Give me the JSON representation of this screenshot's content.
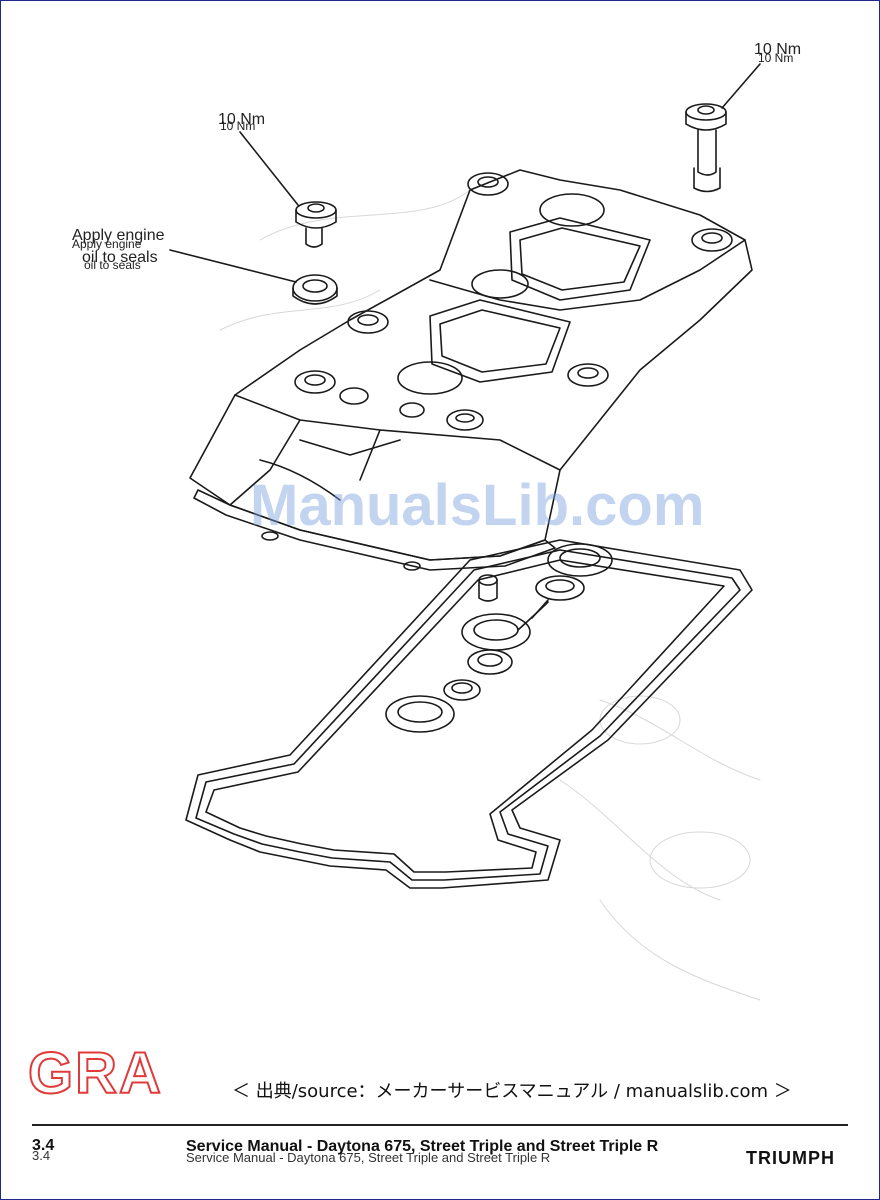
{
  "callouts": {
    "torque_top_right": "10 Nm",
    "torque_top_right_ghost": "10 Nm",
    "torque_left": "10 Nm",
    "torque_left_ghost": "10 Nm",
    "seal_note_line1": "Apply engine",
    "seal_note_line2": "oil to seals",
    "seal_note_ghost_line1": "Apply engine",
    "seal_note_ghost_line2": "oil to seals"
  },
  "watermark": "ManualsLib.com",
  "logo_text": "GRA",
  "source_line": "＜ 出典/source：メーカーサービスマニュアル / manualslib.com ＞",
  "footer": {
    "page_number": "3.4",
    "page_number_ghost": "3.4",
    "title": "Service Manual - Daytona 675, Street Triple and Street Triple R",
    "title_ghost": "Service Manual - Daytona 675, Street Triple and Street Triple R",
    "brand": "TRIUMPH"
  },
  "colors": {
    "line_art": "#1a1a1a",
    "watermark": "#78a0dc",
    "logo_outline": "#e03a3a",
    "frame": "#1c2a8c"
  }
}
